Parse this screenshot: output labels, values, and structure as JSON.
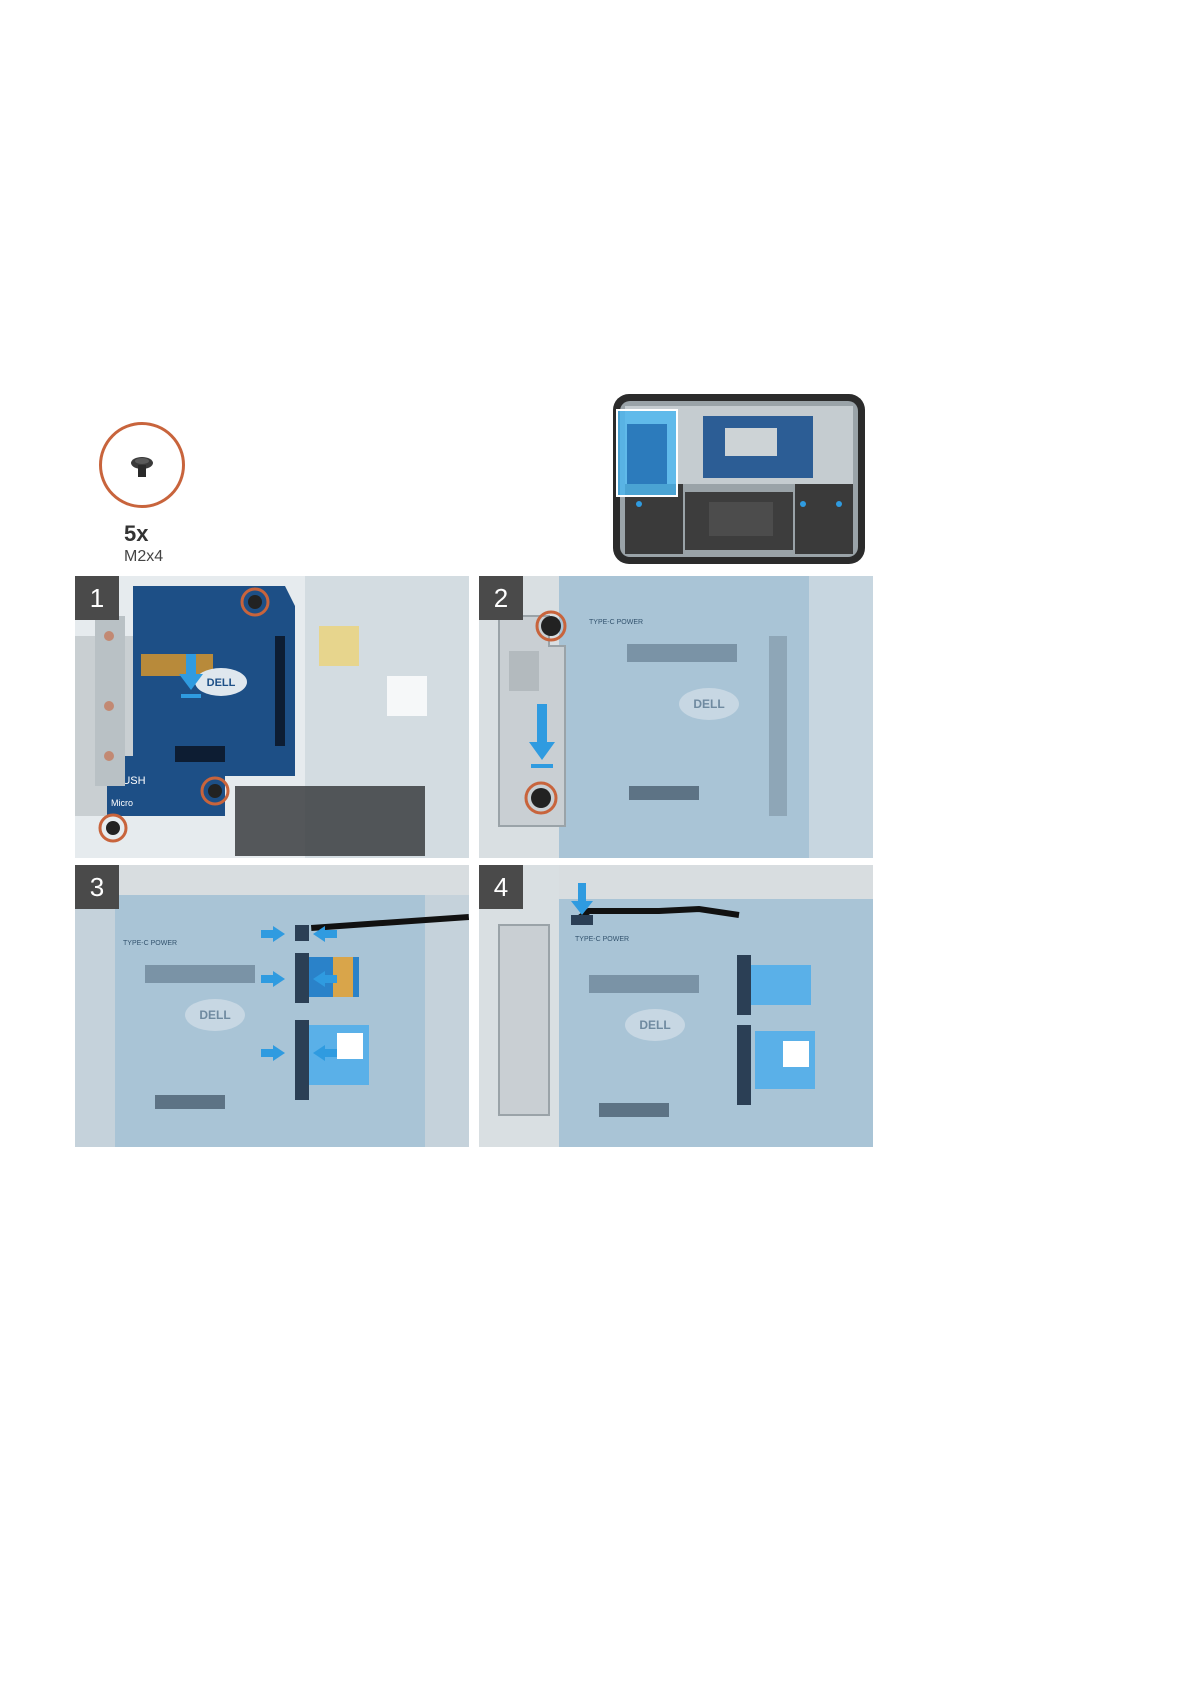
{
  "screw": {
    "count": "5x",
    "type": "M2x4"
  },
  "steps": [
    {
      "number": "1"
    },
    {
      "number": "2"
    },
    {
      "number": "3"
    },
    {
      "number": "4"
    }
  ],
  "board_text": {
    "logo": "DELL",
    "type_c_power": "TYPE-C POWER",
    "push_label": "PUSH",
    "micro_label": "Micro"
  },
  "colors": {
    "screw_ring": "#c8643c",
    "arrow": "#2f9be0",
    "board_blue": "#1d4f86",
    "board_light": "#a9c4d6",
    "badge": "#4a4a4a"
  }
}
